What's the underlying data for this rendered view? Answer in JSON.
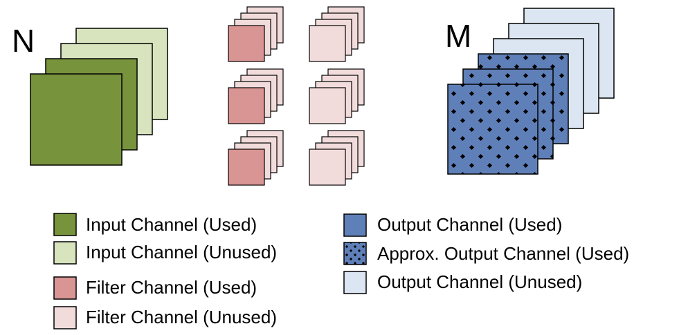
{
  "labels": {
    "input_count": "N",
    "output_count": "M"
  },
  "colors": {
    "input_used": "#77933c",
    "input_unused": "#d7e4bd",
    "filter_used": "#d99594",
    "filter_unused": "#f2dcdb",
    "output_used": "#5f7fb8",
    "output_unused": "#dce6f2",
    "stroke": "#000000"
  },
  "legend": {
    "input_used": "Input Channel (Used)",
    "input_unused": "Input Channel (Unused)",
    "filter_used": "Filter Channel (Used)",
    "filter_unused": "Filter Channel (Unused)",
    "output_used": "Output Channel (Used)",
    "output_approx": "Approx. Output Channel (Used)",
    "output_unused": "Output Channel (Unused)"
  },
  "structure": {
    "input_stack": [
      "unused",
      "unused",
      "used",
      "used"
    ],
    "filter_columns": [
      {
        "rows": 3,
        "front": "used"
      },
      {
        "rows": 3,
        "front": "unused"
      }
    ],
    "filter_layers": 4,
    "output_stack": [
      "unused",
      "unused",
      "unused",
      "approx",
      "approx",
      "approx"
    ]
  }
}
